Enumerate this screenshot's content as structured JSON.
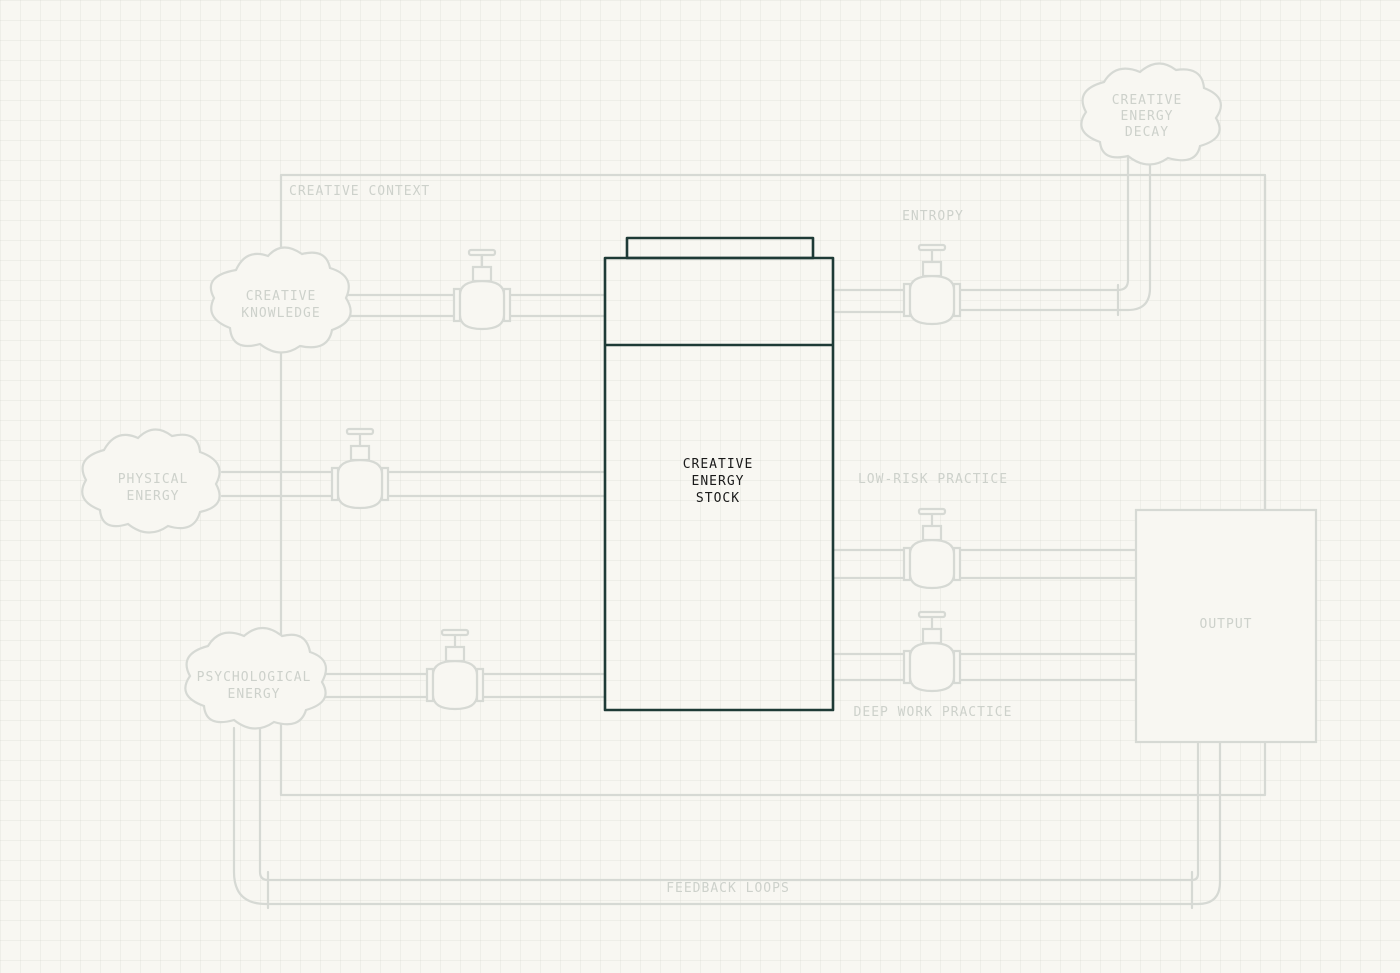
{
  "labels": {
    "creative_context": "CREATIVE CONTEXT",
    "entropy": "ENTROPY",
    "low_risk_practice": "LOW-RISK PRACTICE",
    "deep_work_practice": "DEEP WORK PRACTICE",
    "feedback_loops": "FEEDBACK LOOPS",
    "output": "OUTPUT"
  },
  "clouds": {
    "creative_knowledge": [
      "CREATIVE",
      "KNOWLEDGE"
    ],
    "physical_energy": [
      "PHYSICAL",
      "ENERGY"
    ],
    "psychological_energy": [
      "PSYCHOLOGICAL",
      "ENERGY"
    ],
    "creative_energy_decay": [
      "CREATIVE",
      "ENERGY",
      "DECAY"
    ]
  },
  "stock": [
    "CREATIVE",
    "ENERGY",
    "STOCK"
  ],
  "colors": {
    "background": "#f8f7f2",
    "sketch_line": "#d6d9d4",
    "stock_outline": "#1e3a36",
    "faint_text": "#cdd1cb"
  }
}
